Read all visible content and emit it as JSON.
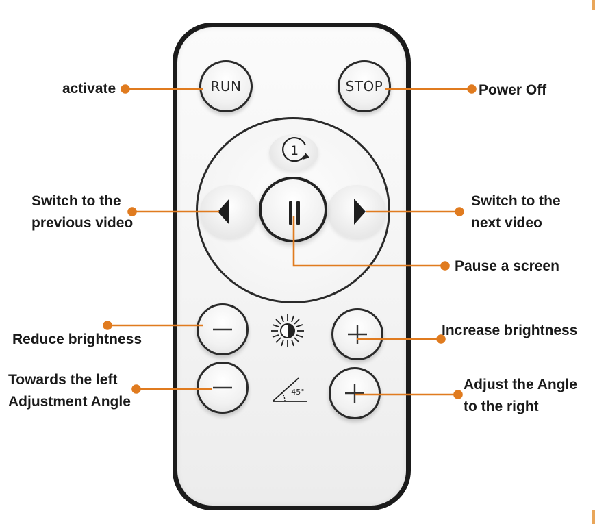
{
  "remote": {
    "buttons": {
      "run": "RUN",
      "stop": "STOP",
      "repeat_count": "1",
      "angle_value": "45°"
    }
  },
  "labels": {
    "activate": "activate",
    "power_off": "Power Off",
    "prev_video": [
      "Switch to the",
      "previous video"
    ],
    "next_video": [
      "Switch to the",
      "next video"
    ],
    "pause": "Pause a screen",
    "reduce_brightness": "Reduce brightness",
    "increase_brightness": "Increase brightness",
    "angle_left": [
      "Towards the left",
      "Adjustment Angle"
    ],
    "angle_right": [
      "Adjust the Angle",
      "to the right"
    ]
  },
  "colors": {
    "accent": "#e07b1f",
    "outline": "#1b1b1b",
    "text": "#1a1a1a"
  },
  "icons": {
    "brightness": "sun-half-icon",
    "angle": "angle-45-icon",
    "repeat": "repeat-one-icon"
  }
}
